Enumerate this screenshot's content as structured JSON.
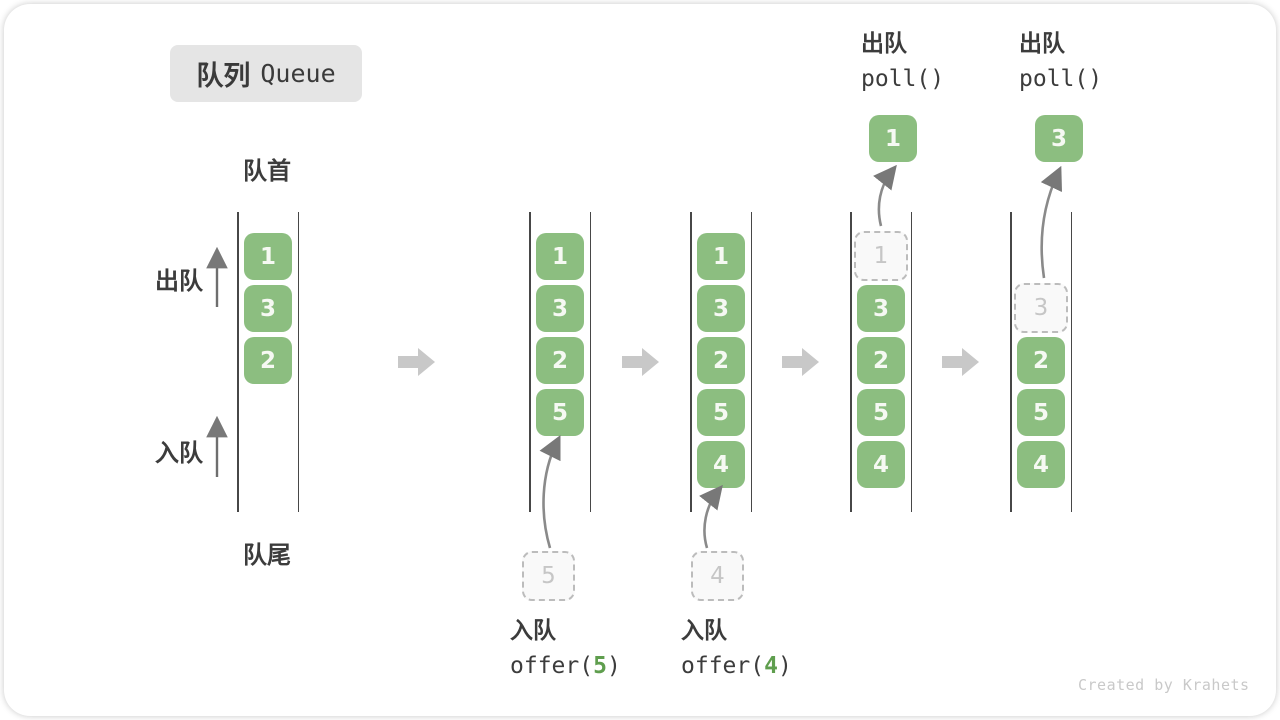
{
  "title": {
    "zh": "队列",
    "en": "Queue"
  },
  "side_labels": {
    "front": "队首",
    "rear": "队尾",
    "dequeue": "出队",
    "enqueue": "入队"
  },
  "columns": [
    {
      "cells": [
        {
          "slot": 0,
          "value": "1",
          "variant": "solid"
        },
        {
          "slot": 1,
          "value": "3",
          "variant": "solid"
        },
        {
          "slot": 2,
          "value": "2",
          "variant": "solid"
        }
      ]
    },
    {
      "cells": [
        {
          "slot": 0,
          "value": "1",
          "variant": "solid"
        },
        {
          "slot": 1,
          "value": "3",
          "variant": "solid"
        },
        {
          "slot": 2,
          "value": "2",
          "variant": "solid"
        },
        {
          "slot": 3,
          "value": "5",
          "variant": "solid"
        }
      ]
    },
    {
      "cells": [
        {
          "slot": 0,
          "value": "1",
          "variant": "solid"
        },
        {
          "slot": 1,
          "value": "3",
          "variant": "solid"
        },
        {
          "slot": 2,
          "value": "2",
          "variant": "solid"
        },
        {
          "slot": 3,
          "value": "5",
          "variant": "solid"
        },
        {
          "slot": 4,
          "value": "4",
          "variant": "solid"
        }
      ]
    },
    {
      "cells": [
        {
          "slot": 0,
          "value": "1",
          "variant": "ghost"
        },
        {
          "slot": 1,
          "value": "3",
          "variant": "solid"
        },
        {
          "slot": 2,
          "value": "2",
          "variant": "solid"
        },
        {
          "slot": 3,
          "value": "5",
          "variant": "solid"
        },
        {
          "slot": 4,
          "value": "4",
          "variant": "solid"
        }
      ]
    },
    {
      "cells": [
        {
          "slot": 1,
          "value": "3",
          "variant": "ghost"
        },
        {
          "slot": 2,
          "value": "2",
          "variant": "solid"
        },
        {
          "slot": 3,
          "value": "5",
          "variant": "solid"
        },
        {
          "slot": 4,
          "value": "4",
          "variant": "solid"
        }
      ]
    }
  ],
  "enqueue_ops": [
    {
      "label": "入队",
      "fn": "offer(",
      "arg": "5",
      "close": ")",
      "pending": "5"
    },
    {
      "label": "入队",
      "fn": "offer(",
      "arg": "4",
      "close": ")",
      "pending": "4"
    }
  ],
  "dequeue_ops": [
    {
      "label": "出队",
      "code": "poll()",
      "result": "1"
    },
    {
      "label": "出队",
      "code": "poll()",
      "result": "3"
    }
  ],
  "footer": "Created by Krahets",
  "colors": {
    "cell_green": "#8cbe80",
    "arg_green": "#5f9e4e",
    "title_bg": "#e5e5e5",
    "flow_arrow_gray": "#c8c8c8",
    "thin_arrow_gray": "#787878"
  }
}
